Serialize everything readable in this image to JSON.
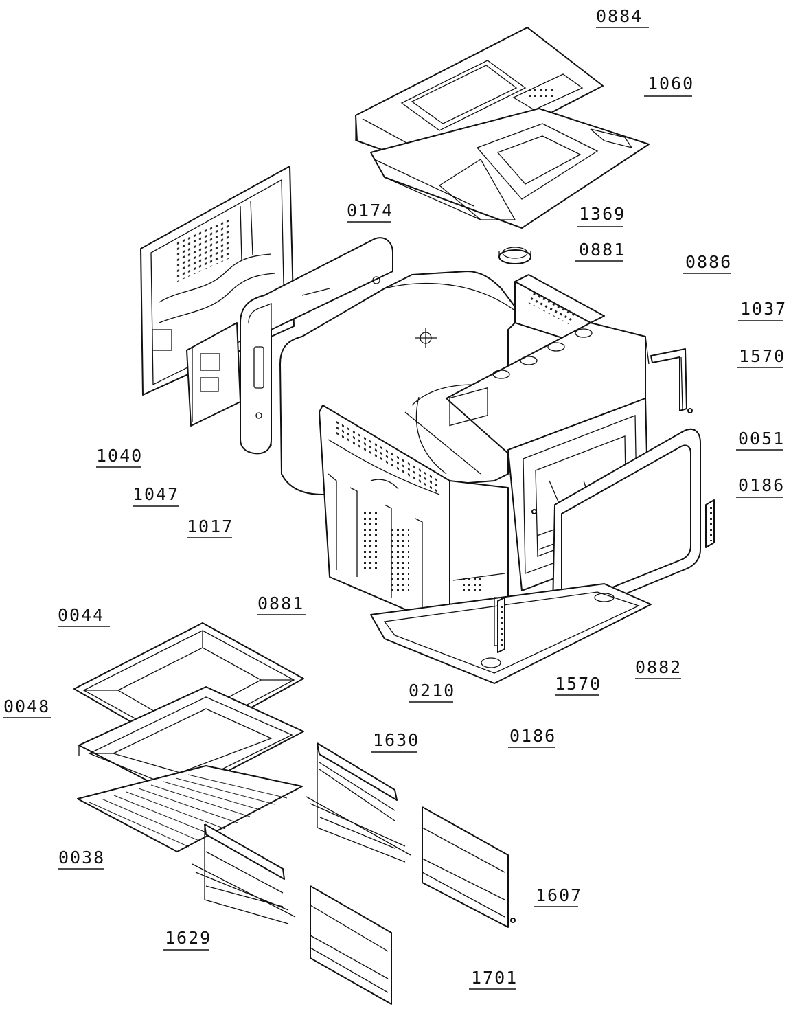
{
  "labels": {
    "l0884": "0884",
    "l1060": "1060",
    "l1369": "1369",
    "l0174": "0174",
    "l0881_top": "0881",
    "l0886": "0886",
    "l1037": "1037",
    "l1570_right": "1570",
    "l0051": "0051",
    "l0186_right": "0186",
    "l1040": "1040",
    "l1047": "1047",
    "l1017": "1017",
    "l0881_left": "0881",
    "l0044": "0044",
    "l0048": "0048",
    "l0038": "0038",
    "l0210": "0210",
    "l1570_bottom": "1570",
    "l0882": "0882",
    "l0186_bottom": "0186",
    "l1630": "1630",
    "l1629": "1629",
    "l1607": "1607",
    "l1701": "1701"
  }
}
